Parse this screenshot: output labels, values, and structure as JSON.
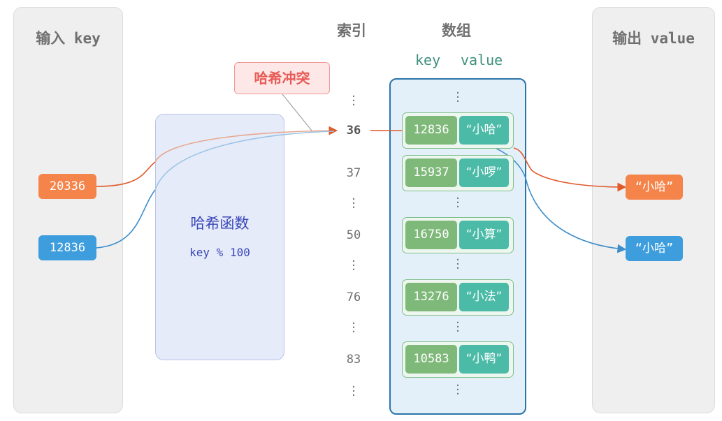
{
  "input_panel": {
    "title": "输入 key"
  },
  "output_panel": {
    "title": "输出 value"
  },
  "columns": {
    "index_title": "索引",
    "array_title": "数组",
    "key_label": "key",
    "value_label": "value"
  },
  "hash_function": {
    "name": "哈希函数",
    "expression": "key % 100"
  },
  "collision_label": "哈希冲突",
  "inputs": [
    {
      "key": "20336",
      "color": "#f4844a"
    },
    {
      "key": "12836",
      "color": "#3d9ddd"
    }
  ],
  "indices": [
    "36",
    "37",
    "50",
    "76",
    "83"
  ],
  "buckets": [
    {
      "index": "36",
      "key": "12836",
      "value": "“小哈”"
    },
    {
      "index": "37",
      "key": "15937",
      "value": "“小啰”"
    },
    {
      "index": "50",
      "key": "16750",
      "value": "“小算”"
    },
    {
      "index": "76",
      "key": "13276",
      "value": "“小法”"
    },
    {
      "index": "83",
      "key": "10583",
      "value": "“小鸭”"
    }
  ],
  "outputs": [
    {
      "value": "“小哈”",
      "color": "#f4844a"
    },
    {
      "value": "“小哈”",
      "color": "#3d9ddd"
    }
  ],
  "colors": {
    "orange": "#f4844a",
    "blue": "#3d9ddd",
    "green": "#7fb97a",
    "teal": "#4bbba8",
    "array_border": "#2a74a8",
    "collision": "#e85a55"
  }
}
